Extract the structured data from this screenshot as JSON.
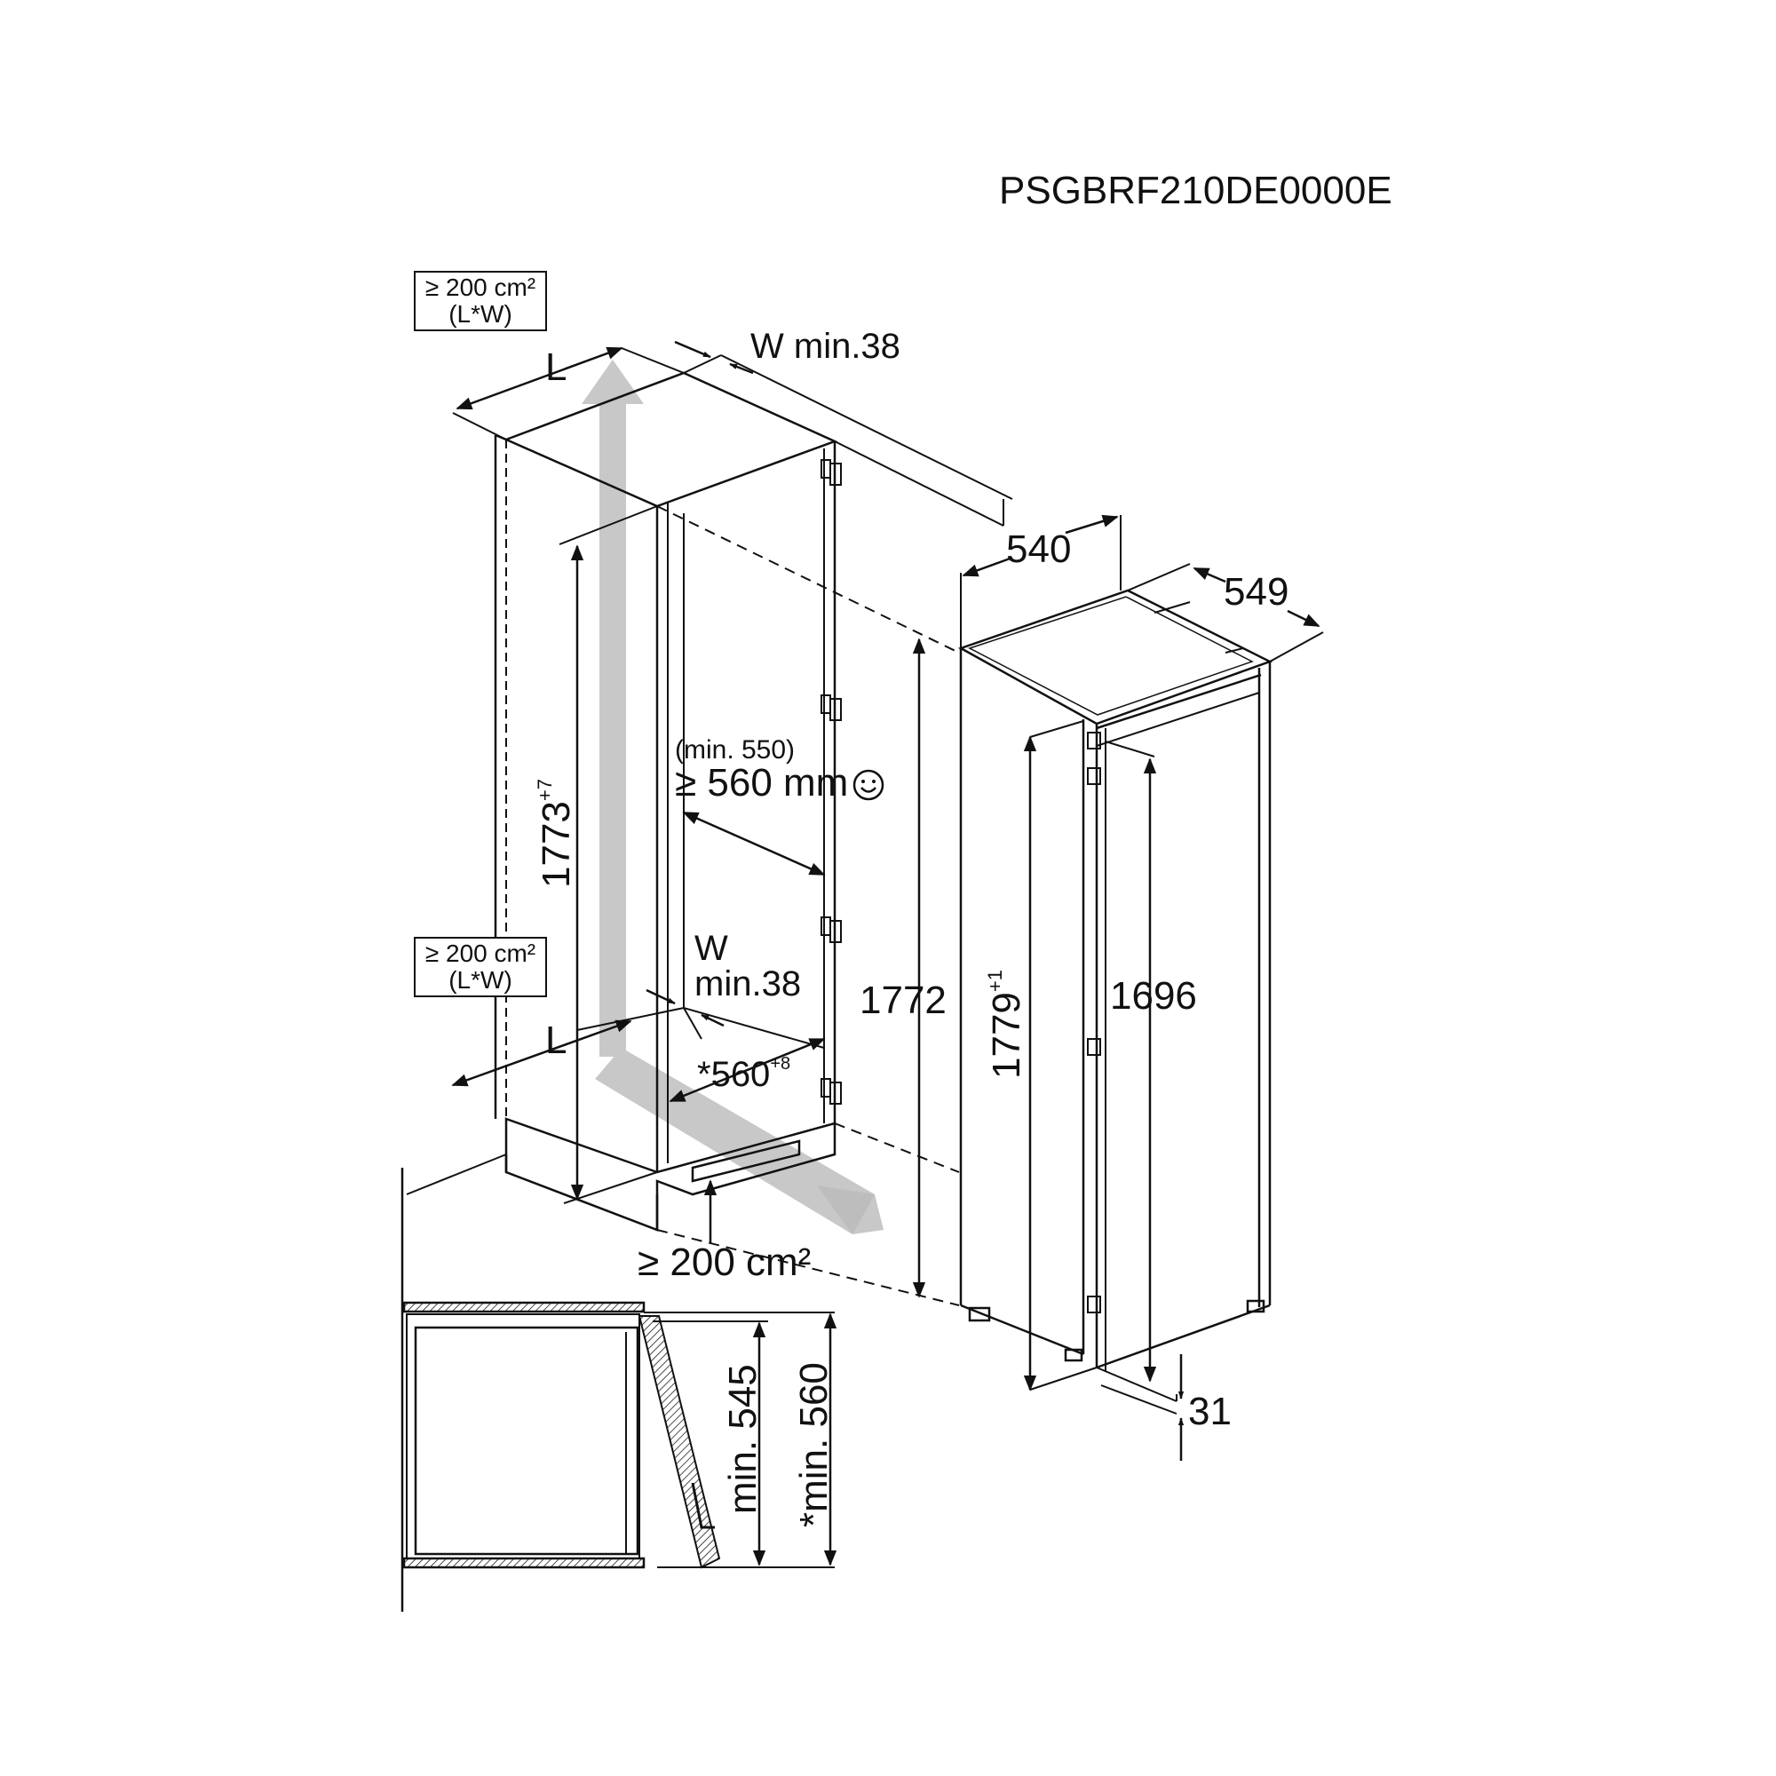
{
  "model_code": "PSGBRF210DE0000E",
  "vent_top": {
    "line1": "≥ 200 cm²",
    "line2": "(L*W)"
  },
  "vent_mid": {
    "line1": "≥ 200 cm²",
    "line2": "(L*W)"
  },
  "label_L_top": "L",
  "label_L_bottom": "L",
  "label_W_top": "W min.38",
  "label_W_mid_1": "W",
  "label_W_mid_2": "min.38",
  "door_min_note": "(min. 550)",
  "door_clearance": "≥ 560 mm",
  "niche_height": {
    "value": "1773",
    "tol": "+7"
  },
  "niche_width": {
    "value": "*560",
    "tol": "+8"
  },
  "plinth_vent": "≥ 200 cm²",
  "appliance_width": "540",
  "appliance_depth": "549",
  "appliance_height": "1772",
  "door_height": {
    "value": "1779",
    "tol": "+1"
  },
  "inner_height": "1696",
  "bottom_offset": "31",
  "section_min_545": "min. 545",
  "section_min_560": "*min. 560",
  "icons": {
    "satisfaction": "smiley-icon",
    "airflow": "airflow-arrow-icon"
  }
}
